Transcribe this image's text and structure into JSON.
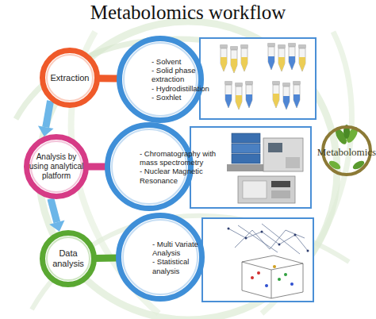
{
  "diagram": {
    "title": "Metabolomics workflow",
    "nodes": [
      {
        "text": [
          "Extraction"
        ]
      },
      {
        "text": [
          "- Solvent",
          "- Solid phase extraction",
          "- Hydrodistillation",
          "- Soxhlet"
        ]
      },
      {
        "text": [
          "Analysis by using analytical platform"
        ]
      },
      {
        "text": [
          "- Chromatography with mass spectrometry",
          "- Nuclear Magnetic Resonance"
        ]
      },
      {
        "text": [
          "Metabolomics"
        ]
      },
      {
        "text": [
          "Data analysis"
        ]
      },
      {
        "text": [
          "- Multi Variate Analysis",
          "- Statistical analysis"
        ]
      }
    ],
    "edges": [
      {
        "from": 0,
        "to": 1,
        "arrow": "none"
      },
      {
        "from": 0,
        "to": 2,
        "arrow": "to"
      },
      {
        "from": 2,
        "to": 3,
        "arrow": "none"
      },
      {
        "from": 2,
        "to": 5,
        "arrow": "to"
      },
      {
        "from": 5,
        "to": 6,
        "arrow": "none"
      }
    ]
  }
}
